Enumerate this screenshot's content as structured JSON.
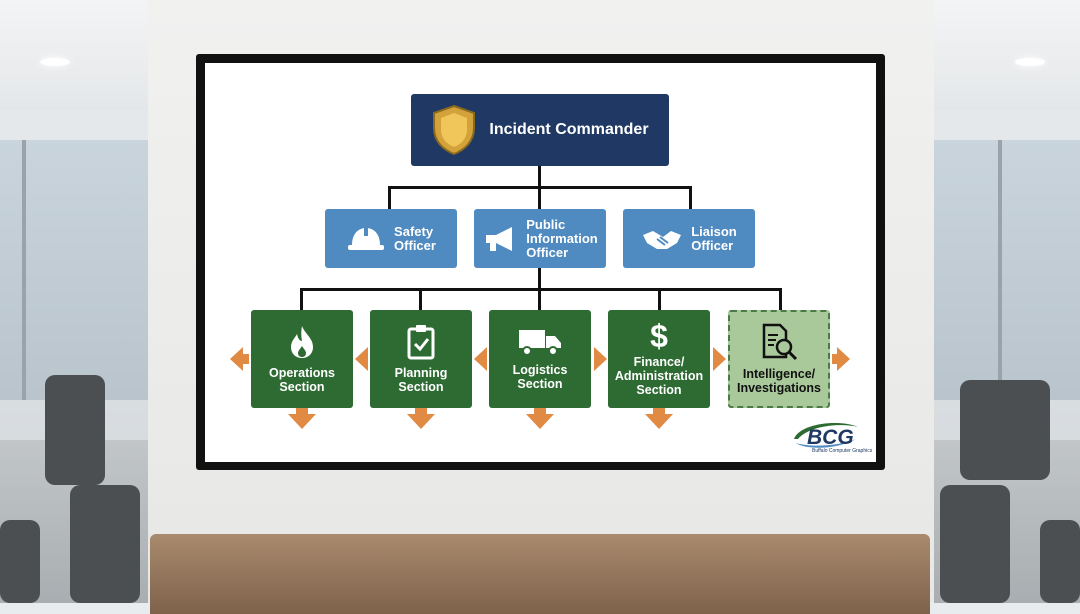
{
  "org_chart": {
    "commander": {
      "label": "Incident Commander",
      "icon": "shield-icon"
    },
    "command_staff": [
      {
        "line1": "Safety",
        "line2": "Officer",
        "icon": "hard-hat-icon"
      },
      {
        "line1": "Public",
        "line2": "Information",
        "line3": "Officer",
        "icon": "megaphone-icon"
      },
      {
        "line1": "Liaison",
        "line2": "Officer",
        "icon": "handshake-icon"
      }
    ],
    "sections": [
      {
        "line1": "Operations",
        "line2": "Section",
        "icon": "flame-icon"
      },
      {
        "line1": "Planning",
        "line2": "Section",
        "icon": "clipboard-check-icon"
      },
      {
        "line1": "Logistics",
        "line2": "Section",
        "icon": "truck-icon"
      },
      {
        "line1": "Finance/",
        "line2": "Administration",
        "line3": "Section",
        "icon": "dollar-icon"
      },
      {
        "line1": "Intelligence/",
        "line2": "Investigations",
        "icon": "document-search-icon"
      }
    ]
  },
  "logo": {
    "text": "BCG",
    "subtitle": "Buffalo Computer Graphics"
  },
  "colors": {
    "commander": "#1f3864",
    "staff": "#4f8ac0",
    "section": "#2e6b33",
    "intel": "#a9c99a",
    "arrow": "#e08a44",
    "shield": "#d4a23a"
  }
}
